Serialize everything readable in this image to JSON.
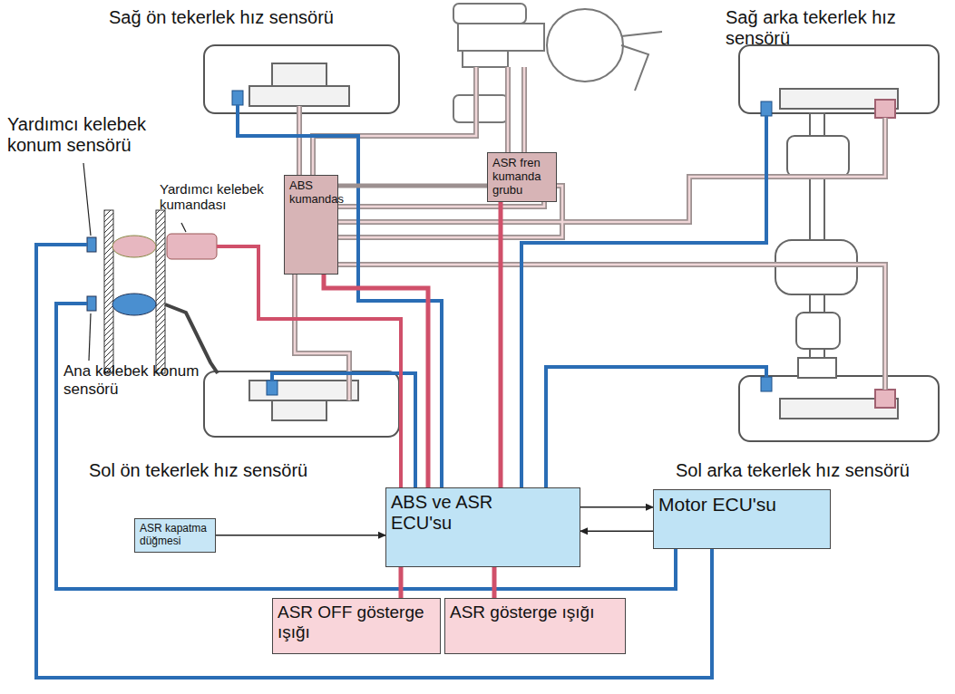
{
  "diagram": {
    "nodes": [
      {
        "text": [
          "ASR fren kumanda grubu"
        ]
      },
      {
        "text": [
          "ABS kumandas"
        ]
      },
      {
        "text": [
          "ASR kapatma düğmesi"
        ]
      },
      {
        "text": [
          "ABS ve ASR ECU'su"
        ]
      },
      {
        "text": [
          "Motor ECU'su"
        ]
      },
      {
        "text": [
          "ASR OFF gösterge ışığı"
        ]
      },
      {
        "text": [
          "ASR gösterge ışığı"
        ]
      }
    ],
    "edges": [
      {
        "from": 1,
        "to": 0,
        "arrow": "none"
      },
      {
        "from": 2,
        "to": 3,
        "arrow": "to"
      },
      {
        "from": 3,
        "to": 4,
        "arrow": "to"
      },
      {
        "from": 4,
        "to": 3,
        "arrow": "to"
      },
      {
        "from": 3,
        "to": 5,
        "arrow": "none"
      },
      {
        "from": 3,
        "to": 6,
        "arrow": "none"
      },
      {
        "from": 3,
        "to": 1,
        "arrow": "none"
      },
      {
        "from": 3,
        "to": 0,
        "arrow": "none"
      }
    ],
    "labels": [
      "Sağ ön tekerlek hız sensörü",
      "Yardımcı kelebek konum sensörü",
      "Yardımcı kelebek kumandası",
      "Ana kelebek konum sensörü",
      "Sol ön tekerlek hız sensörü",
      "Sağ arka tekerlek hız sensörü",
      "Sol arka tekerlek hız sensörü"
    ]
  }
}
